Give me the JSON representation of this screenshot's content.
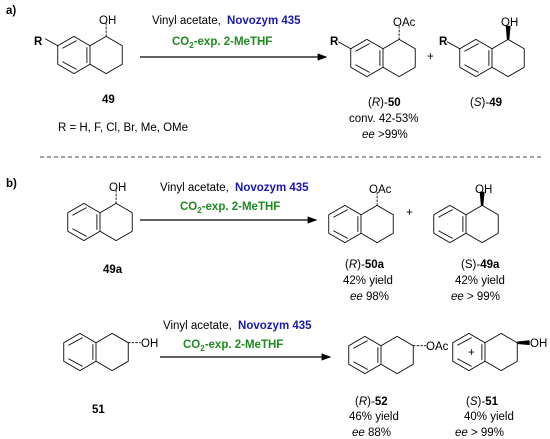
{
  "colors": {
    "catalyst": "#1a1aa8",
    "solvent": "#1f8a1f",
    "separator": "#444444"
  },
  "panel_a": {
    "label": "a)",
    "substrate": {
      "substituent": "R",
      "group": "OH",
      "compound": "49"
    },
    "conditions": {
      "reagent": "Vinyl acetate,",
      "catalyst": "Novozym 435",
      "solvent_prefix": "CO",
      "solvent_sub": "2",
      "solvent_suffix": "-exp. 2-MeTHF"
    },
    "product1": {
      "substituent": "R",
      "group": "OAc",
      "config": "R",
      "compound": "50",
      "line1": "conv. 42-53%",
      "ee_label": "ee",
      "ee_value": " >99%"
    },
    "plus": "+",
    "product2": {
      "substituent": "R",
      "group": "OH",
      "config": "S",
      "compound": "49"
    },
    "r_groups": "R = H, F, Cl, Br, Me, OMe"
  },
  "panel_b": {
    "label": "b)",
    "row1": {
      "substrate": {
        "group": "OH",
        "compound": "49a"
      },
      "conditions": {
        "reagent": "Vinyl acetate,",
        "catalyst": "Novozym 435",
        "solvent_prefix": "CO",
        "solvent_sub": "2",
        "solvent_suffix": "-exp. 2-MeTHF"
      },
      "product1": {
        "group": "OAc",
        "config": "R",
        "compound": "50a",
        "yield": "42% yield",
        "ee_label": "ee",
        "ee_value": " 98%"
      },
      "plus": "+",
      "product2": {
        "group": "OH",
        "config": "S",
        "compound": "49a",
        "yield": "42% yield",
        "ee_label": "ee",
        "ee_value": "  > 99%"
      }
    },
    "row2": {
      "substrate": {
        "group": "OH",
        "compound": "51"
      },
      "conditions": {
        "reagent": "Vinyl acetate,",
        "catalyst": "Novozym 435",
        "solvent_prefix": "CO",
        "solvent_sub": "2",
        "solvent_suffix": "-exp. 2-MeTHF"
      },
      "product1": {
        "group": "OAc",
        "config": "R",
        "compound": "52",
        "yield": "46% yield",
        "ee_label": "ee",
        "ee_value": " 88%"
      },
      "plus": "+",
      "product2": {
        "group": "OH",
        "config": "S",
        "compound": "51",
        "yield": "40% yield",
        "ee_label": "ee",
        "ee_value": "  > 99%"
      }
    }
  }
}
